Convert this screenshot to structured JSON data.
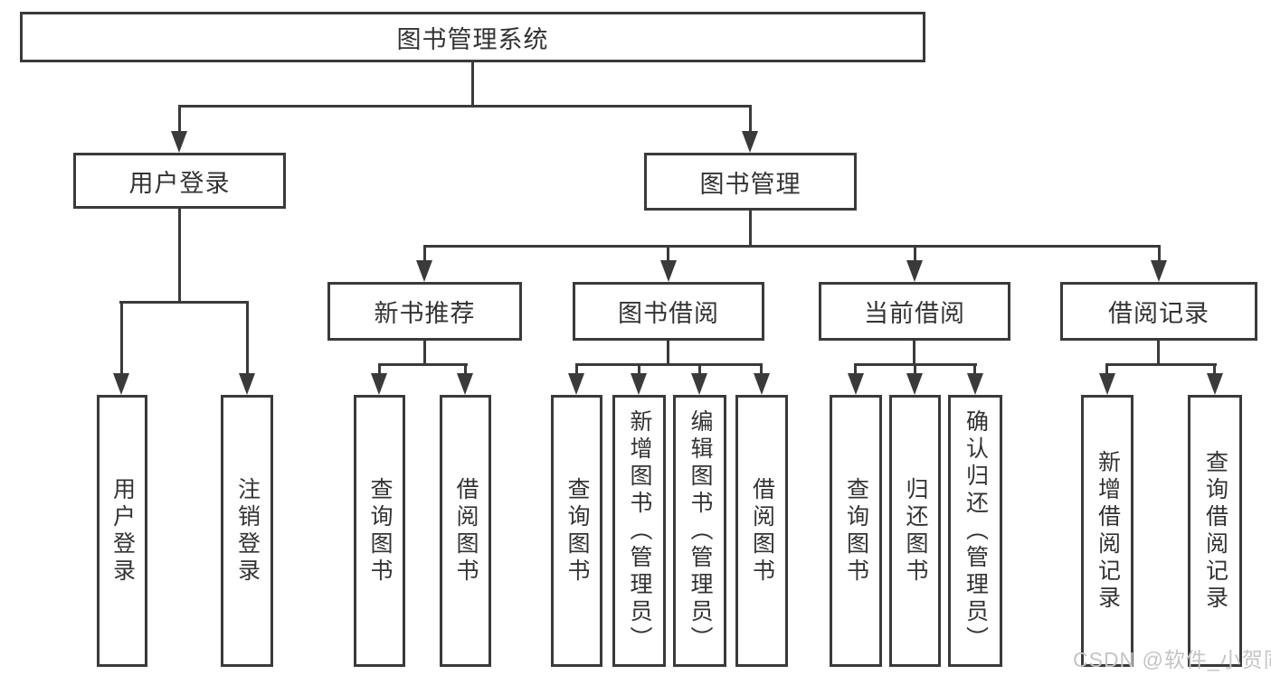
{
  "diagram_title": "图书管理系统",
  "colors": {
    "line": "#3a3a3a",
    "text": "#333333",
    "watermark": "#c4c4c4",
    "background": "#ffffff"
  },
  "watermark": "CSDN @软件_小贺同学",
  "tree": {
    "root": {
      "label": "图书管理系统",
      "children": [
        {
          "label": "用户登录",
          "children": [
            {
              "label": "用户登录"
            },
            {
              "label": "注销登录"
            }
          ]
        },
        {
          "label": "图书管理",
          "children": [
            {
              "label": "新书推荐",
              "children": [
                {
                  "label": "查询图书"
                },
                {
                  "label": "借阅图书"
                }
              ]
            },
            {
              "label": "图书借阅",
              "children": [
                {
                  "label": "查询图书"
                },
                {
                  "label": "新增图书（管理员）"
                },
                {
                  "label": "编辑图书（管理员）"
                },
                {
                  "label": "借阅图书"
                }
              ]
            },
            {
              "label": "当前借阅",
              "children": [
                {
                  "label": "查询图书"
                },
                {
                  "label": "归还图书"
                },
                {
                  "label": "确认归还（管理员）"
                }
              ]
            },
            {
              "label": "借阅记录",
              "children": [
                {
                  "label": "新增借阅记录"
                },
                {
                  "label": "查询借阅记录"
                }
              ]
            }
          ]
        }
      ]
    }
  }
}
